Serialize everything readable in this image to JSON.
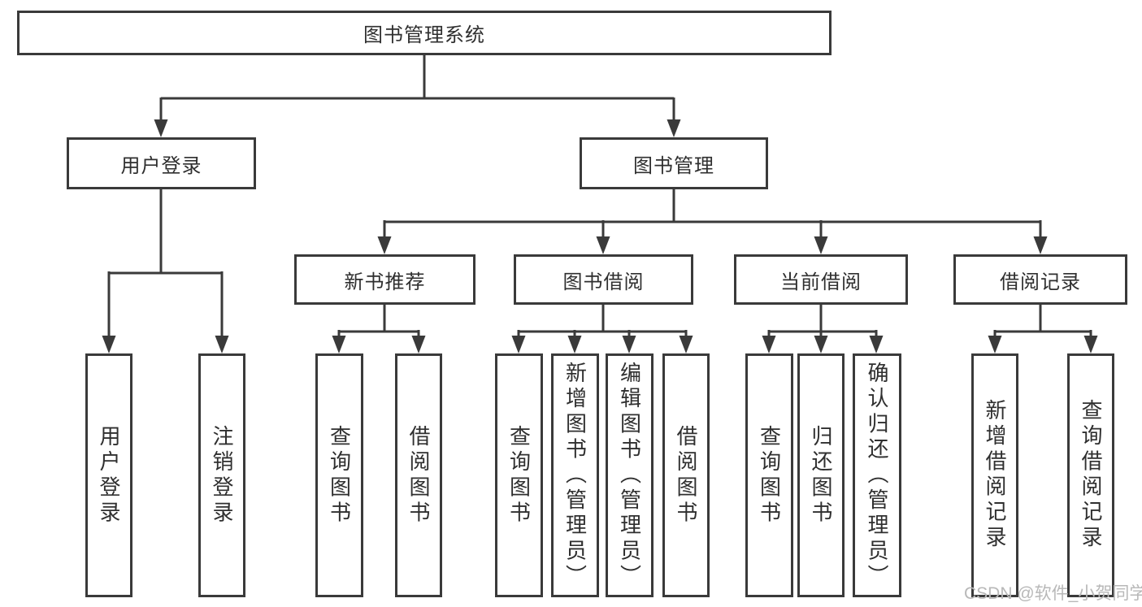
{
  "page": {
    "background": "#ffffff"
  },
  "colors": {
    "line": "#3a3a3a",
    "box_border": "#3a3a3a",
    "text": "#2f2f2f",
    "watermark": "#b8b8b8"
  },
  "diagram": {
    "type": "hierarchy-tree",
    "root": {
      "label": "图书管理系统"
    },
    "level2": [
      {
        "id": "user-login",
        "label": "用户登录"
      },
      {
        "id": "book-management",
        "label": "图书管理"
      }
    ],
    "level3": [
      {
        "id": "new-book-recommend",
        "label": "新书推荐",
        "parent": "book-management"
      },
      {
        "id": "book-borrowing",
        "label": "图书借阅",
        "parent": "book-management"
      },
      {
        "id": "current-borrowing",
        "label": "当前借阅",
        "parent": "book-management"
      },
      {
        "id": "borrowing-records",
        "label": "借阅记录",
        "parent": "book-management"
      }
    ],
    "leaves": {
      "user_login": [
        "用户登录",
        "注销登录"
      ],
      "new_book_recommend": [
        "查询图书",
        "借阅图书"
      ],
      "book_borrowing": [
        "查询图书",
        "新增图书（管理员）",
        "编辑图书（管理员）",
        "借阅图书"
      ],
      "current_borrowing": [
        "查询图书",
        "归还图书",
        "确认归还（管理员）"
      ],
      "borrowing_records": [
        "新增借阅记录",
        "查询借阅记录"
      ]
    }
  },
  "watermark": {
    "text": "CSDN @软件_小贺同学"
  }
}
